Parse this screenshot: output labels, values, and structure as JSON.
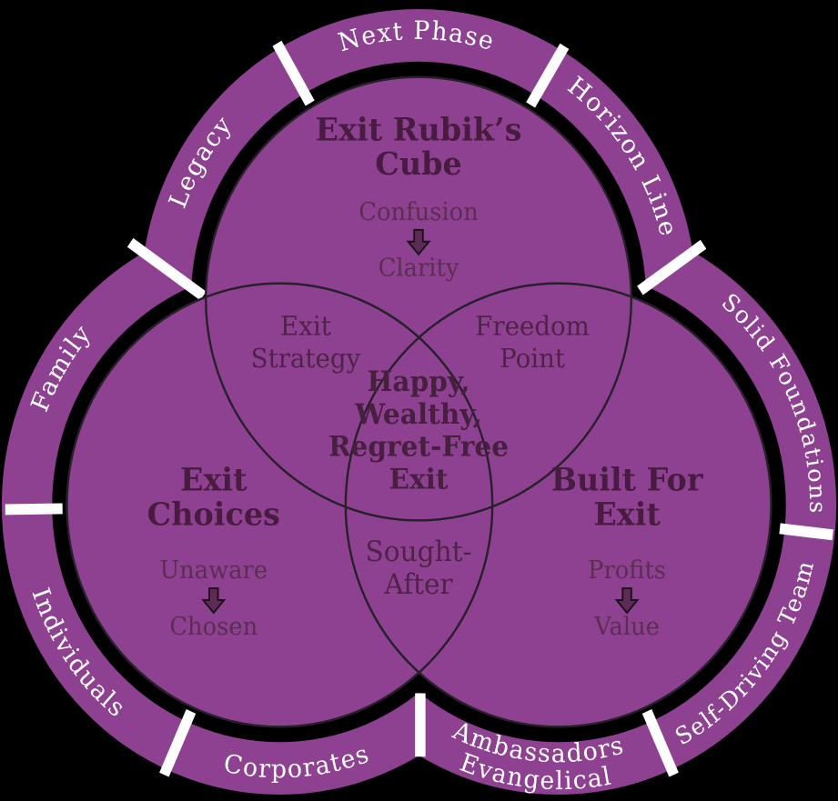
{
  "diagram_title": "Happy, Wealthy, Regret-Free Exit venn diagram",
  "colors": {
    "background": "#000000",
    "purple": "#8e4190",
    "ring_text": "#ffffff",
    "heading_text": "#471c40",
    "sub_text": "#5c2d53",
    "circle_outline": "#27202a",
    "arrow_fill": "#5e2b56",
    "divider": "#ffffff"
  },
  "ring": {
    "segments": [
      {
        "id": "next-phase",
        "label": "Next Phase"
      },
      {
        "id": "horizon-line",
        "label": "Horizon Line"
      },
      {
        "id": "solid-foundations",
        "label": "Solid Foundations"
      },
      {
        "id": "self-driving-team",
        "label": "Self-Driving Team"
      },
      {
        "id": "evangelical-ambassadors",
        "label_line1": "Evangelical",
        "label_line2": "Ambassadors"
      },
      {
        "id": "corporates",
        "label": "Corporates"
      },
      {
        "id": "individuals",
        "label": "Individuals"
      },
      {
        "id": "family",
        "label": "Family"
      },
      {
        "id": "legacy",
        "label": "Legacy"
      }
    ]
  },
  "circles": {
    "top": {
      "title_lines": [
        "Exit Rubik’s",
        "Cube"
      ],
      "transition": {
        "from": "Confusion",
        "to": "Clarity"
      }
    },
    "left": {
      "title_lines": [
        "Exit",
        "Choices"
      ],
      "transition": {
        "from": "Unaware",
        "to": "Chosen"
      }
    },
    "right": {
      "title_lines": [
        "Built For",
        "Exit"
      ],
      "transition": {
        "from": "Profits",
        "to": "Value"
      }
    }
  },
  "overlaps": {
    "top_left_lines": [
      "Exit",
      "Strategy"
    ],
    "top_right_lines": [
      "Freedom",
      "Point"
    ],
    "bottom_lines": [
      "Sought-",
      "After"
    ],
    "center_lines": [
      "Happy,",
      "Wealthy,",
      "Regret-Free",
      "Exit"
    ]
  }
}
